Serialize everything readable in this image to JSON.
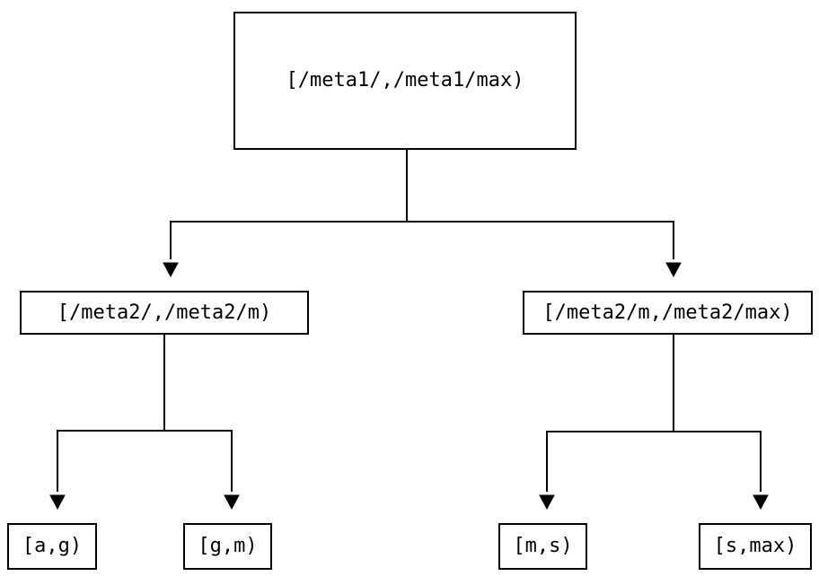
{
  "nodes": {
    "root": {
      "label": "[/meta1/,/meta1/max)"
    },
    "meta2_left": {
      "label": "[/meta2/,/meta2/m)"
    },
    "meta2_right": {
      "label": "[/meta2/m,/meta2/max)"
    },
    "leaf_ag": {
      "label": "[a,g)"
    },
    "leaf_gm": {
      "label": "[g,m)"
    },
    "leaf_ms": {
      "label": "[m,s)"
    },
    "leaf_smax": {
      "label": "[s,max)"
    }
  },
  "colors": {
    "line": "#000000",
    "text": "#000000",
    "background": "#ffffff"
  }
}
